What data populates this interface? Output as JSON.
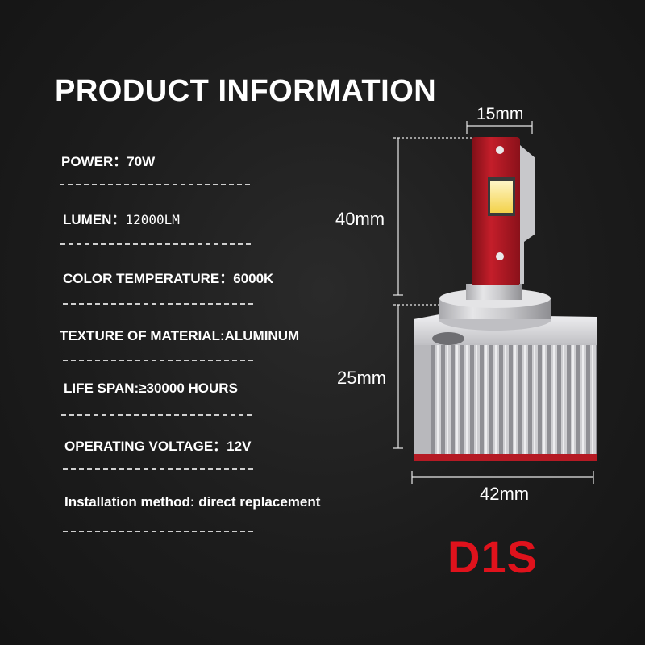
{
  "title": "PRODUCT INFORMATION",
  "specs": {
    "power": "POWER：70W",
    "lumen_label": "LUMEN：",
    "lumen_value": "12000LM",
    "color_temperature": "COLOR TEMPERATURE：6000K",
    "material": "TEXTURE OF MATERIAL:ALUMINUM",
    "life_span": "LIFE SPAN:≥30000 HOURS",
    "voltage": "OPERATING VOLTAGE：12V",
    "installation": "Installation method: direct replacement"
  },
  "dimensions": {
    "width_top": "15mm",
    "height_top": "40mm",
    "height_base": "25mm",
    "width_base": "42mm"
  },
  "model": "D1S",
  "colors": {
    "model_text": "#e0121c",
    "bulb_red": "#b51a24",
    "aluminum": "#d4d4d6"
  }
}
